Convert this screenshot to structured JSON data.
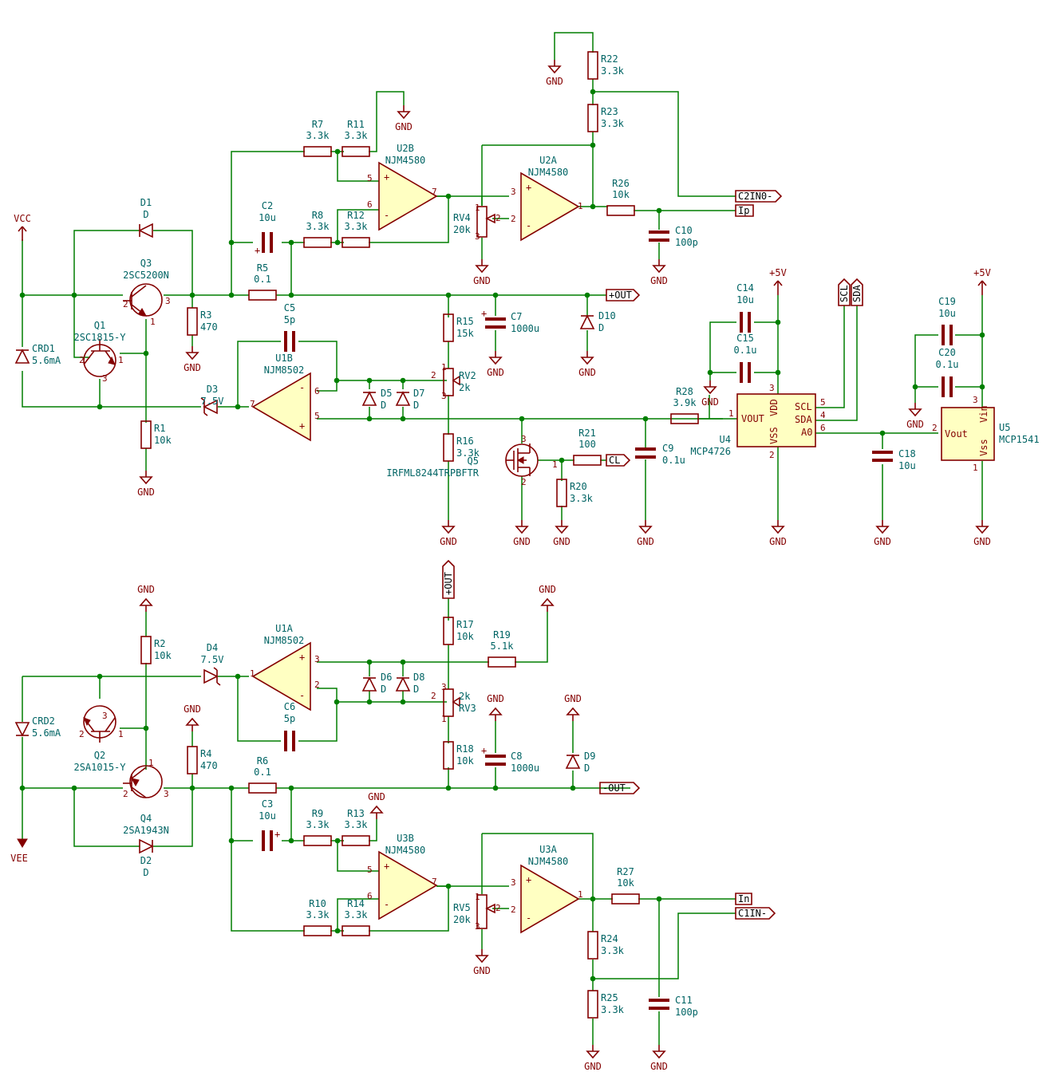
{
  "components": {
    "q3": {
      "ref": "Q3",
      "value": "2SC5200N",
      "pins": [
        "1",
        "2",
        "3"
      ]
    },
    "q1": {
      "ref": "Q1",
      "value": "2SC1815-Y",
      "pins": [
        "1",
        "2",
        "3"
      ]
    },
    "q2": {
      "ref": "Q2",
      "value": "2SA1015-Y",
      "pins": [
        "1",
        "2",
        "3"
      ]
    },
    "q4": {
      "ref": "Q4",
      "value": "2SA1943N",
      "pins": [
        "1",
        "2",
        "3"
      ]
    },
    "q5": {
      "ref": "Q5",
      "value": "IRFML8244TRPBFTR",
      "pins": [
        "1",
        "2",
        "3"
      ]
    },
    "d1": {
      "ref": "D1",
      "value": "D"
    },
    "d2": {
      "ref": "D2",
      "value": "D"
    },
    "d3": {
      "ref": "D3",
      "value": "7.5V"
    },
    "d4": {
      "ref": "D4",
      "value": "7.5V"
    },
    "d5": {
      "ref": "D5",
      "value": "D"
    },
    "d6": {
      "ref": "D6",
      "value": "D"
    },
    "d7": {
      "ref": "D7",
      "value": "D"
    },
    "d8": {
      "ref": "D8",
      "value": "D"
    },
    "d9": {
      "ref": "D9",
      "value": "D"
    },
    "d10": {
      "ref": "D10",
      "value": "D"
    },
    "crd1": {
      "ref": "CRD1",
      "value": "5.6mA"
    },
    "crd2": {
      "ref": "CRD2",
      "value": "5.6mA"
    },
    "r1": {
      "ref": "R1",
      "value": "10k"
    },
    "r2": {
      "ref": "R2",
      "value": "10k"
    },
    "r3": {
      "ref": "R3",
      "value": "470"
    },
    "r4": {
      "ref": "R4",
      "value": "470"
    },
    "r5": {
      "ref": "R5",
      "value": "0.1"
    },
    "r6": {
      "ref": "R6",
      "value": "0.1"
    },
    "r7": {
      "ref": "R7",
      "value": "3.3k"
    },
    "r8": {
      "ref": "R8",
      "value": "3.3k"
    },
    "r9": {
      "ref": "R9",
      "value": "3.3k"
    },
    "r10": {
      "ref": "R10",
      "value": "3.3k"
    },
    "r11": {
      "ref": "R11",
      "value": "3.3k"
    },
    "r12": {
      "ref": "R12",
      "value": "3.3k"
    },
    "r13": {
      "ref": "R13",
      "value": "3.3k"
    },
    "r14": {
      "ref": "R14",
      "value": "3.3k"
    },
    "r15": {
      "ref": "R15",
      "value": "15k"
    },
    "r16": {
      "ref": "R16",
      "value": "3.3k"
    },
    "r17": {
      "ref": "R17",
      "value": "10k"
    },
    "r18": {
      "ref": "R18",
      "value": "10k"
    },
    "r19": {
      "ref": "R19",
      "value": "5.1k"
    },
    "r20": {
      "ref": "R20",
      "value": "3.3k"
    },
    "r21": {
      "ref": "R21",
      "value": "100"
    },
    "r22": {
      "ref": "R22",
      "value": "3.3k"
    },
    "r23": {
      "ref": "R23",
      "value": "3.3k"
    },
    "r24": {
      "ref": "R24",
      "value": "3.3k"
    },
    "r25": {
      "ref": "R25",
      "value": "3.3k"
    },
    "r26": {
      "ref": "R26",
      "value": "10k"
    },
    "r27": {
      "ref": "R27",
      "value": "10k"
    },
    "r28": {
      "ref": "R28",
      "value": "3.9k"
    },
    "c2": {
      "ref": "C2",
      "value": "10u"
    },
    "c3": {
      "ref": "C3",
      "value": "10u"
    },
    "c5": {
      "ref": "C5",
      "value": "5p"
    },
    "c6": {
      "ref": "C6",
      "value": "5p"
    },
    "c7": {
      "ref": "C7",
      "value": "1000u"
    },
    "c8": {
      "ref": "C8",
      "value": "1000u"
    },
    "c9": {
      "ref": "C9",
      "value": "0.1u"
    },
    "c10": {
      "ref": "C10",
      "value": "100p"
    },
    "c11": {
      "ref": "C11",
      "value": "100p"
    },
    "c14": {
      "ref": "C14",
      "value": "10u"
    },
    "c15": {
      "ref": "C15",
      "value": "0.1u"
    },
    "c18": {
      "ref": "C18",
      "value": "10u"
    },
    "c19": {
      "ref": "C19",
      "value": "10u"
    },
    "c20": {
      "ref": "C20",
      "value": "0.1u"
    },
    "rv2": {
      "ref": "RV2",
      "value": "2k",
      "pins": [
        "1",
        "2",
        "3"
      ]
    },
    "rv3": {
      "ref": "RV3",
      "value": "2k",
      "pins": [
        "1",
        "2",
        "3"
      ]
    },
    "rv4": {
      "ref": "RV4",
      "value": "20k",
      "pins": [
        "1",
        "2",
        "3"
      ]
    },
    "rv5": {
      "ref": "RV5",
      "value": "20k",
      "pins": [
        "1",
        "2",
        "3"
      ]
    },
    "u1a": {
      "ref": "U1A",
      "value": "NJM8502",
      "pins": [
        "3",
        "2",
        "1"
      ]
    },
    "u1b": {
      "ref": "U1B",
      "value": "NJM8502",
      "pins": [
        "5",
        "6",
        "7"
      ]
    },
    "u2a": {
      "ref": "U2A",
      "value": "NJM4580",
      "pins": [
        "3",
        "2",
        "1"
      ]
    },
    "u2b": {
      "ref": "U2B",
      "value": "NJM4580",
      "pins": [
        "5",
        "6",
        "7"
      ]
    },
    "u3a": {
      "ref": "U3A",
      "value": "NJM4580",
      "pins": [
        "3",
        "2",
        "1"
      ]
    },
    "u3b": {
      "ref": "U3B",
      "value": "NJM4580",
      "pins": [
        "5",
        "6",
        "7"
      ]
    },
    "u4": {
      "ref": "U4",
      "value": "MCP4726",
      "pin_names": [
        "VOUT",
        "VDD",
        "VSS",
        "SCL",
        "SDA",
        "A0"
      ],
      "pins": [
        "1",
        "3",
        "2",
        "5",
        "4",
        "6"
      ]
    },
    "u5": {
      "ref": "U5",
      "value": "MCP1541",
      "pin_names": [
        "Vout",
        "Vin",
        "Vss"
      ],
      "pins": [
        "2",
        "3",
        "1"
      ]
    }
  },
  "power": {
    "vcc": "VCC",
    "vee": "VEE",
    "gnd": "GND",
    "p5v": "+5V"
  },
  "nets": {
    "plus_out": "+OUT",
    "minus_out": "-OUT",
    "c2in0": "C2IN0-",
    "c1in": "C1IN-",
    "ip": "Ip",
    "in": "In",
    "cl": "CL",
    "scl": "SCL",
    "sda": "SDA"
  },
  "opamp_signs": {
    "plus": "+",
    "minus": "-"
  },
  "colors": {
    "wire": "#007f00",
    "symbol": "#840000",
    "symbol_fill": "#ffffc2",
    "ref_text": "#006464",
    "net_text": "#000000",
    "background": "#ffffff"
  }
}
